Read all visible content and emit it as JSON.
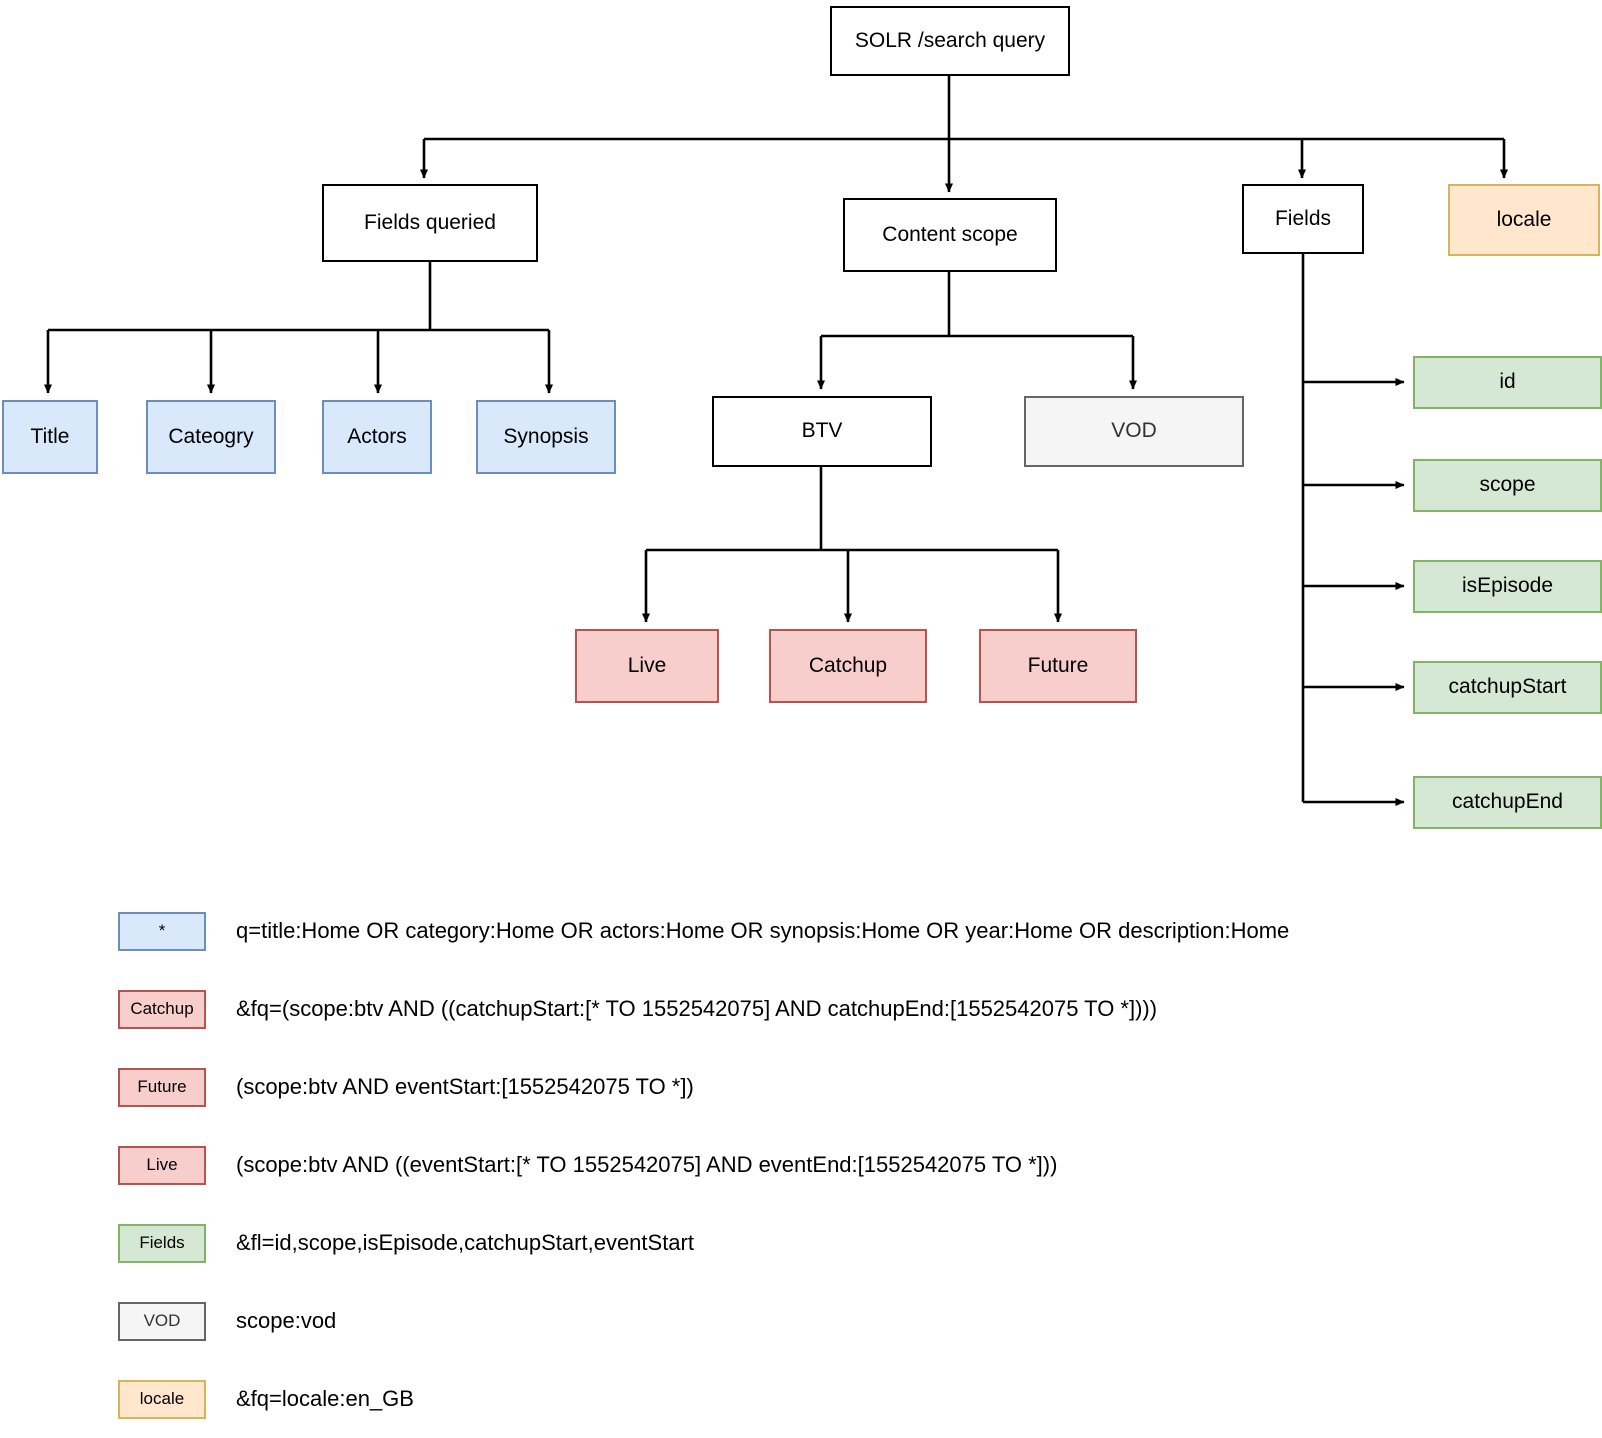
{
  "diagram": {
    "title_node": {
      "label": "SOLR /search query"
    },
    "level1": [
      {
        "key": "fields_queried",
        "label": "Fields queried",
        "style": "plain"
      },
      {
        "key": "content_scope",
        "label": "Content scope",
        "style": "plain"
      },
      {
        "key": "fields",
        "label": "Fields",
        "style": "plain"
      },
      {
        "key": "locale",
        "label": "locale",
        "style": "yellow"
      }
    ],
    "queried_fields": [
      {
        "label": "Title",
        "style": "blue"
      },
      {
        "label": "Cateogry",
        "style": "blue"
      },
      {
        "label": "Actors",
        "style": "blue"
      },
      {
        "label": "Synopsis",
        "style": "blue"
      }
    ],
    "scopes": [
      {
        "label": "BTV",
        "style": "plain"
      },
      {
        "label": "VOD",
        "style": "gray"
      }
    ],
    "btv_children": [
      {
        "label": "Live",
        "style": "red"
      },
      {
        "label": "Catchup",
        "style": "red"
      },
      {
        "label": "Future",
        "style": "red"
      }
    ],
    "field_list": [
      {
        "label": "id",
        "style": "green"
      },
      {
        "label": "scope",
        "style": "green"
      },
      {
        "label": "isEpisode",
        "style": "green"
      },
      {
        "label": "catchupStart",
        "style": "green"
      },
      {
        "label": "catchupEnd",
        "style": "green"
      }
    ]
  },
  "legend": [
    {
      "swatch": "*",
      "style": "blue",
      "text": "q=title:Home OR category:Home OR actors:Home OR synopsis:Home OR year:Home OR description:Home"
    },
    {
      "swatch": "Catchup",
      "style": "red",
      "text": "&fq=(scope:btv AND ((catchupStart:[* TO 1552542075] AND catchupEnd:[1552542075 TO *])))"
    },
    {
      "swatch": "Future",
      "style": "red",
      "text": "(scope:btv AND eventStart:[1552542075 TO *])"
    },
    {
      "swatch": "Live",
      "style": "red",
      "text": "(scope:btv AND ((eventStart:[* TO 1552542075] AND eventEnd:[1552542075 TO *]))"
    },
    {
      "swatch": "Fields",
      "style": "green",
      "text": "&fl=id,scope,isEpisode,catchupStart,eventStart"
    },
    {
      "swatch": "VOD",
      "style": "gray",
      "text": "scope:vod"
    },
    {
      "swatch": "locale",
      "style": "yellow",
      "text": "&fq=locale:en_GB"
    }
  ],
  "colors": {
    "blue_fill": "#dae8fc",
    "blue_stroke": "#6c8ebf",
    "red_fill": "#f8cecc",
    "red_stroke": "#b85450",
    "green_fill": "#d5e8d4",
    "green_stroke": "#82b366",
    "yellow_fill": "#ffe6cc",
    "yellow_stroke": "#d6b656",
    "gray_fill": "#f5f5f5",
    "gray_stroke": "#666666",
    "line": "#000000"
  }
}
